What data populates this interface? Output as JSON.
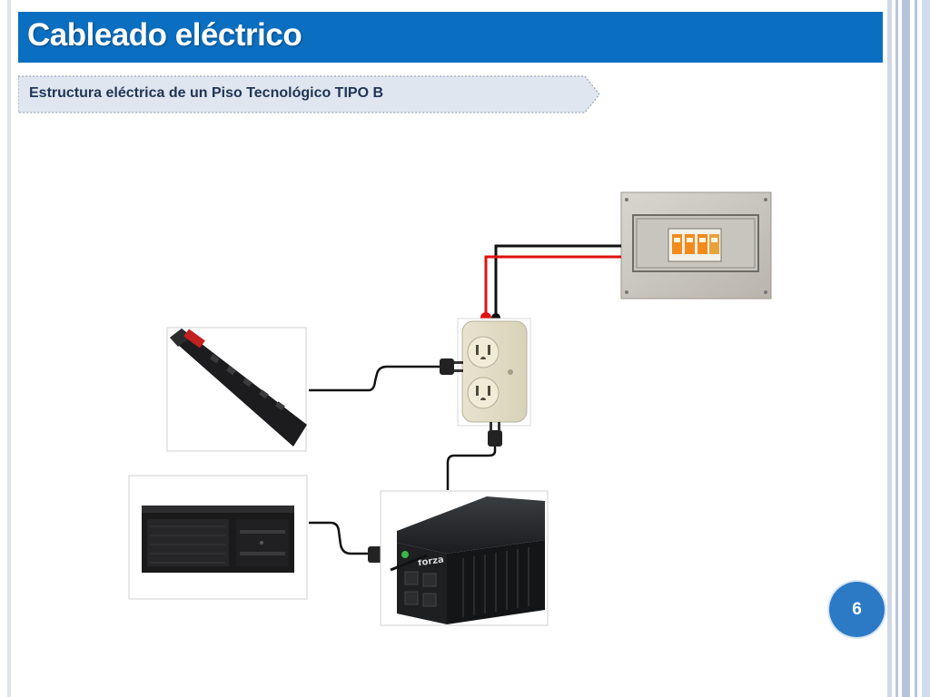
{
  "slide": {
    "title": "Cableado eléctrico",
    "subtitle": "Estructura eléctrica de un Piso Tecnológico TIPO B",
    "page_number": "6"
  },
  "diagram": {
    "nodes": [
      {
        "id": "breaker-panel",
        "icon": "breaker-panel-photo"
      },
      {
        "id": "wall-outlet",
        "icon": "duplex-outlet-photo"
      },
      {
        "id": "power-strip",
        "icon": "power-strip-photo"
      },
      {
        "id": "rack-server",
        "icon": "rack-server-photo"
      },
      {
        "id": "ups",
        "icon": "ups-photo",
        "brand": "forza"
      }
    ],
    "edges": [
      {
        "from": "breaker-panel",
        "to": "wall-outlet",
        "wires": [
          "red",
          "black"
        ]
      },
      {
        "from": "power-strip",
        "to": "wall-outlet",
        "connector": "plug"
      },
      {
        "from": "ups",
        "to": "wall-outlet",
        "connector": "plug"
      },
      {
        "from": "rack-server",
        "to": "ups",
        "connector": "plug"
      }
    ]
  },
  "colors": {
    "title_bg": "#0b6fc1",
    "subtitle_bg": "#dfe6f0",
    "badge_bg": "#2c7ac6",
    "wire_red": "#e01010",
    "wire_black": "#111111"
  }
}
